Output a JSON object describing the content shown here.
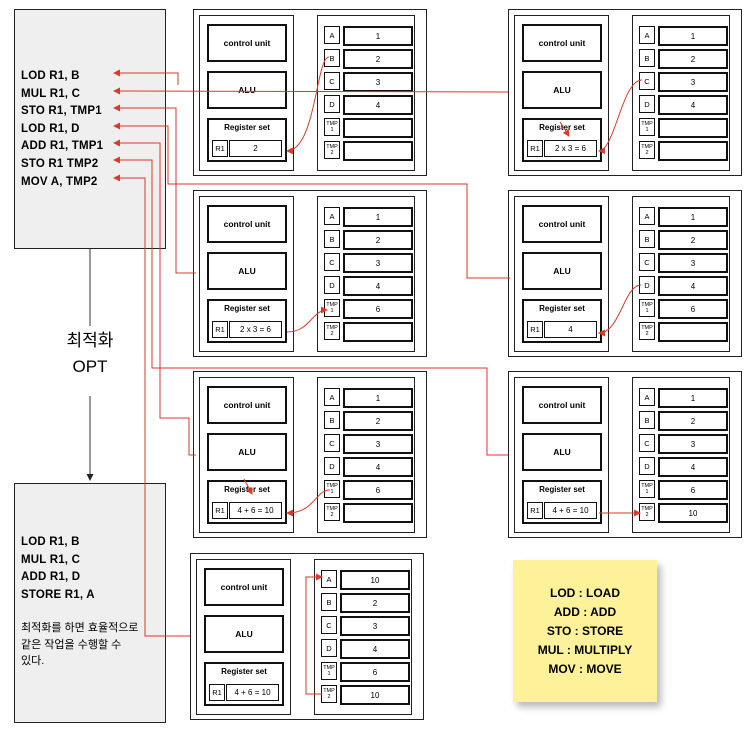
{
  "original_code": [
    "LOD R1, B",
    "MUL R1, C",
    "STO R1, TMP1",
    "LOD R1, D",
    "ADD R1, TMP1",
    "STO R1 TMP2",
    "MOV A, TMP2"
  ],
  "optimized_code": [
    "LOD R1, B",
    "MUL R1, C",
    "ADD R1, D",
    "STORE R1, A"
  ],
  "optimized_note": [
    "최적화를 하면 효율적으로",
    "같은 작업을 수행할 수",
    "있다."
  ],
  "optimize_label": [
    "최적화",
    "OPT"
  ],
  "labels": {
    "control_unit": "control unit",
    "alu": "ALU",
    "register_set": "Register set",
    "r1": "R1"
  },
  "register_names": [
    "A",
    "B",
    "C",
    "D",
    "TMP 1",
    "TMP 2"
  ],
  "states": [
    {
      "r1": "2",
      "values": [
        "1",
        "2",
        "3",
        "4",
        "",
        ""
      ]
    },
    {
      "r1": "2 x 3 = 6",
      "values": [
        "1",
        "2",
        "3",
        "4",
        "",
        ""
      ]
    },
    {
      "r1": "2 x 3 = 6",
      "values": [
        "1",
        "2",
        "3",
        "4",
        "6",
        ""
      ]
    },
    {
      "r1": "4",
      "values": [
        "1",
        "2",
        "3",
        "4",
        "6",
        ""
      ]
    },
    {
      "r1": "4 + 6 = 10",
      "values": [
        "1",
        "2",
        "3",
        "4",
        "6",
        ""
      ]
    },
    {
      "r1": "4 + 6 = 10",
      "values": [
        "1",
        "2",
        "3",
        "4",
        "6",
        "10"
      ]
    },
    {
      "r1": "4 + 6 = 10",
      "values": [
        "10",
        "2",
        "3",
        "4",
        "6",
        "10"
      ]
    }
  ],
  "legend": [
    "LOD : LOAD",
    "ADD : ADD",
    "STO : STORE",
    "MUL : MULTIPLY",
    "MOV : MOVE"
  ],
  "colors": {
    "arrow": "#d93a2b",
    "sticky": "#fdf29a"
  }
}
